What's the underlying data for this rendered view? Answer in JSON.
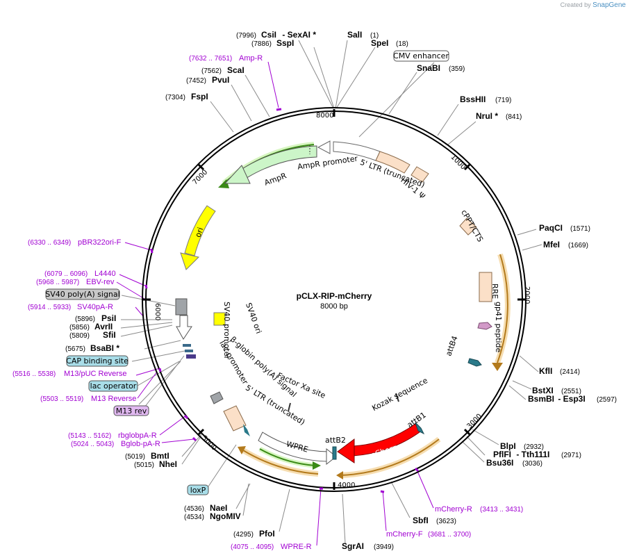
{
  "credit": {
    "prefix": "Created by",
    "brand": "SnapGene"
  },
  "plasmid": {
    "name": "pCLX-RIP-mCherry",
    "size": "8000 bp"
  },
  "ring_ticks": [
    "1000",
    "2000",
    "3000",
    "4000",
    "5000",
    "6000",
    "7000",
    "8000"
  ],
  "enzymes": [
    {
      "name": "CsiI",
      "extra": " - SexAI *",
      "pos": "(7996)"
    },
    {
      "name": "SspI",
      "pos": "(7886)"
    },
    {
      "name": "SalI",
      "pos": "(1)"
    },
    {
      "name": "SpeI",
      "pos": "(18)"
    },
    {
      "name": "SnaBI",
      "pos": "(359)"
    },
    {
      "name": "BssHII",
      "pos": "(719)"
    },
    {
      "name": "NruI *",
      "pos": "(841)"
    },
    {
      "name": "ScaI",
      "pos": "(7562)"
    },
    {
      "name": "PvuI",
      "pos": "(7452)"
    },
    {
      "name": "FspI",
      "pos": "(7304)"
    },
    {
      "name": "PaqCI",
      "pos": "(1571)"
    },
    {
      "name": "MfeI",
      "pos": "(1669)"
    },
    {
      "name": "KflI",
      "pos": "(2414)"
    },
    {
      "name": "BstXI",
      "pos": "(2551)"
    },
    {
      "name": "BsmBI",
      "extra": " - Esp3I",
      "pos": "(2597)"
    },
    {
      "name": "BlpI",
      "pos": "(2932)"
    },
    {
      "name": "PflFI",
      "extra": " - Tth111I",
      "pos": "(2971)"
    },
    {
      "name": "Bsu36I",
      "pos": "(3036)"
    },
    {
      "name": "SbfI",
      "pos": "(3623)"
    },
    {
      "name": "SgrAI",
      "pos": "(3949)"
    },
    {
      "name": "PfoI",
      "pos": "(4295)"
    },
    {
      "name": "NaeI",
      "pos": "(4536)"
    },
    {
      "name": "NgoMIV",
      "pos": "(4534)"
    },
    {
      "name": "BmtI",
      "pos": "(5019)"
    },
    {
      "name": "NheI",
      "pos": "(5015)"
    },
    {
      "name": "BsaBI *",
      "pos": "(5675)"
    },
    {
      "name": "SfiI",
      "pos": "(5809)"
    },
    {
      "name": "AvrII",
      "pos": "(5856)"
    },
    {
      "name": "PsiI",
      "pos": "(5896)"
    }
  ],
  "primers": [
    {
      "name": "Amp-R",
      "pos": "(7632 .. 7651)"
    },
    {
      "name": "pBR322ori-F",
      "pos": "(6330 .. 6349)"
    },
    {
      "name": "L4440",
      "pos": "(6079 .. 6096)"
    },
    {
      "name": "EBV-rev",
      "pos": "(5968 .. 5987)"
    },
    {
      "name": "SV40pA-R",
      "pos": "(5914 .. 5933)"
    },
    {
      "name": "M13/pUC Reverse",
      "pos": "(5516 .. 5538)"
    },
    {
      "name": "M13 Reverse",
      "pos": "(5503 .. 5519)"
    },
    {
      "name": "rbglobpA-R",
      "pos": "(5143 .. 5162)"
    },
    {
      "name": "Bglob-pA-R",
      "pos": "(5024 .. 5043)"
    },
    {
      "name": "mCherry-R",
      "pos": "(3413 .. 3431)"
    },
    {
      "name": "mCherry-F",
      "pos": "(3681 .. 3700)"
    },
    {
      "name": "WPRE-R",
      "pos": "(4075 .. 4095)"
    }
  ],
  "boxed_features": {
    "cmv": "CMV enhancer",
    "sv40pa": "SV40 poly(A) signal",
    "cap": "CAP binding site",
    "lacop": "lac operator",
    "m13rev": "M13 rev",
    "loxp": "loxP"
  },
  "features": {
    "ampr_promoter": "AmpR promoter",
    "ampr": "AmpR",
    "ltr5": "5' LTR (truncated)",
    "hiv": "HIV-1 Ψ",
    "cppt": "cPPT/CTS",
    "rre": "RRE",
    "gp41": "gp41 peptide",
    "attb4": "attB4",
    "ori": "ori",
    "sv40_promoter": "SV40 promoter",
    "sv40_ori": "SV40 ori",
    "lac_promoter": "lac promoter",
    "bglobin": "β-globin poly(A) signal",
    "ltr3": "5' LTR (truncated)",
    "factorxa": "Factor Xa site",
    "kozak": "Kozak sequence",
    "attb1": "attB1",
    "mcherry": "mCherry",
    "attb2": "attB2",
    "wpre": "WPRE"
  }
}
